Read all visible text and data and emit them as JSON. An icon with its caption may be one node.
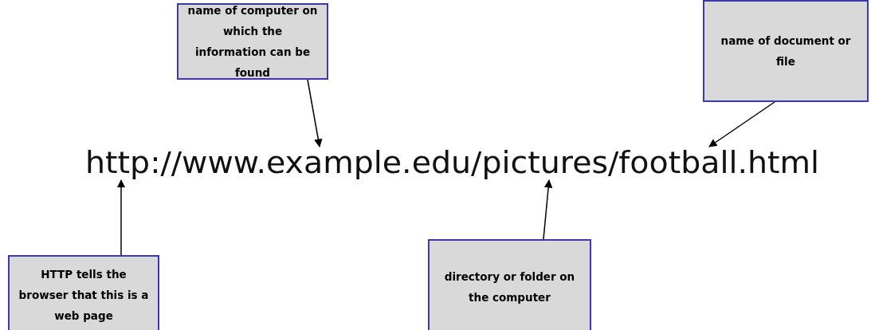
{
  "diagram": {
    "nodes": [
      {
        "text": [
          "name of computer on which the information can be found"
        ]
      },
      {
        "text": [
          "name of document or file"
        ]
      },
      {
        "text": [
          "HTTP tells the browser that this is a web page"
        ]
      },
      {
        "text": [
          "directory or folder on the computer"
        ]
      },
      {
        "text": [
          "http://www.example.edu/pictures/football.html"
        ]
      }
    ],
    "edges": [
      {
        "from": 0,
        "to": 4,
        "arrow": "to"
      },
      {
        "from": 1,
        "to": 4,
        "arrow": "to"
      },
      {
        "from": 2,
        "to": 4,
        "arrow": "to"
      },
      {
        "from": 3,
        "to": 4,
        "arrow": "to"
      }
    ]
  }
}
